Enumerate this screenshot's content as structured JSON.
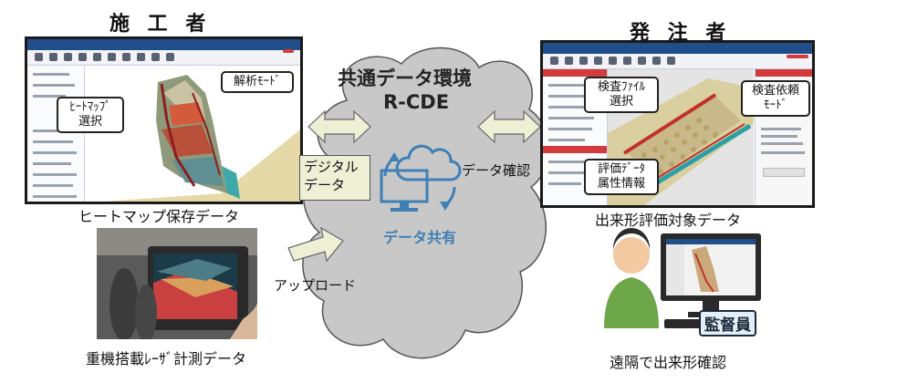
{
  "contractor": {
    "title": "施 工 者",
    "caption_heatmap": "ヒートマップ保存データ",
    "caption_laser": "重機搭載ﾚｰｻﾞ計測データ",
    "callout_analysis": "解析ﾓｰﾄﾞ",
    "callout_heatmap_line1": "ﾋｰﾄﾏｯﾌﾟ",
    "callout_heatmap_line2": "選択"
  },
  "orderer": {
    "title": "発 注 者",
    "caption_target": "出来形評価対象データ",
    "caption_remote": "遠隔で出来形確認",
    "callout_file_line1": "検査ﾌｧｲﾙ",
    "callout_file_line2": "選択",
    "callout_request_line1": "検査依頼",
    "callout_request_line2": "ﾓｰﾄﾞ",
    "callout_attr_line1": "評価ﾃﾞｰﾀ",
    "callout_attr_line2": "属性情報",
    "badge_supervisor": "監督員"
  },
  "cloud": {
    "title": "共通データ環境",
    "subtitle": "R-CDE",
    "label_share": "データ共有",
    "label_digital_line1": "デジタル",
    "label_digital_line2": "データ",
    "label_confirm": "データ確認",
    "label_upload": "アップロード"
  },
  "colors": {
    "appbar": "#1f4e8a",
    "accent_red": "#d23b3b",
    "cloud_fill": "#c8c8c8",
    "arrow_fill": "#eef0d6",
    "icon_blue": "#3f7fb6"
  }
}
